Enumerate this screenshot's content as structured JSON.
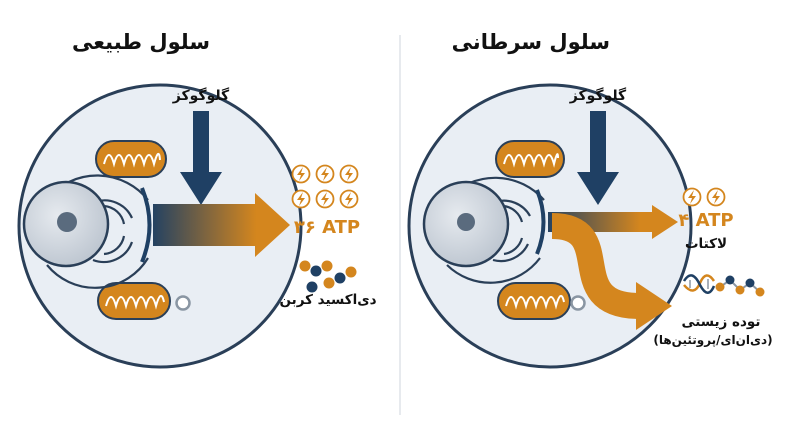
{
  "colors": {
    "navy": "#1f4064",
    "orange": "#d4861e",
    "cell_fill": "#e9eef4",
    "cell_stroke": "#2a3f58"
  },
  "normal_cell": {
    "title": "سلول طبیعی",
    "glucose_label": "گلوگوکز",
    "atp_label": "۳۶ ATP",
    "atp_icon_count": 6,
    "byproduct_label": "دی‌اکسید کربن"
  },
  "cancer_cell": {
    "title": "سلول سرطانی",
    "glucose_label": "گلوگوکز",
    "atp_label": "۴ ATP",
    "atp_icon_count": 2,
    "byproduct_label": "لاکتات",
    "biomass_label": "توده زیستی",
    "biomass_sublabel": "(دی‌ان‌ای/پروتئین‌ها)"
  },
  "icons": {
    "energy": "lightning-bolt-icon",
    "nucleus": "nucleus-icon",
    "mitochondrion": "mitochondrion-icon",
    "golgi": "golgi-icon",
    "vesicle": "vesicle-icon",
    "co2": "co2-molecule-icon",
    "dna": "dna-helix-icon",
    "protein": "protein-chain-icon"
  }
}
